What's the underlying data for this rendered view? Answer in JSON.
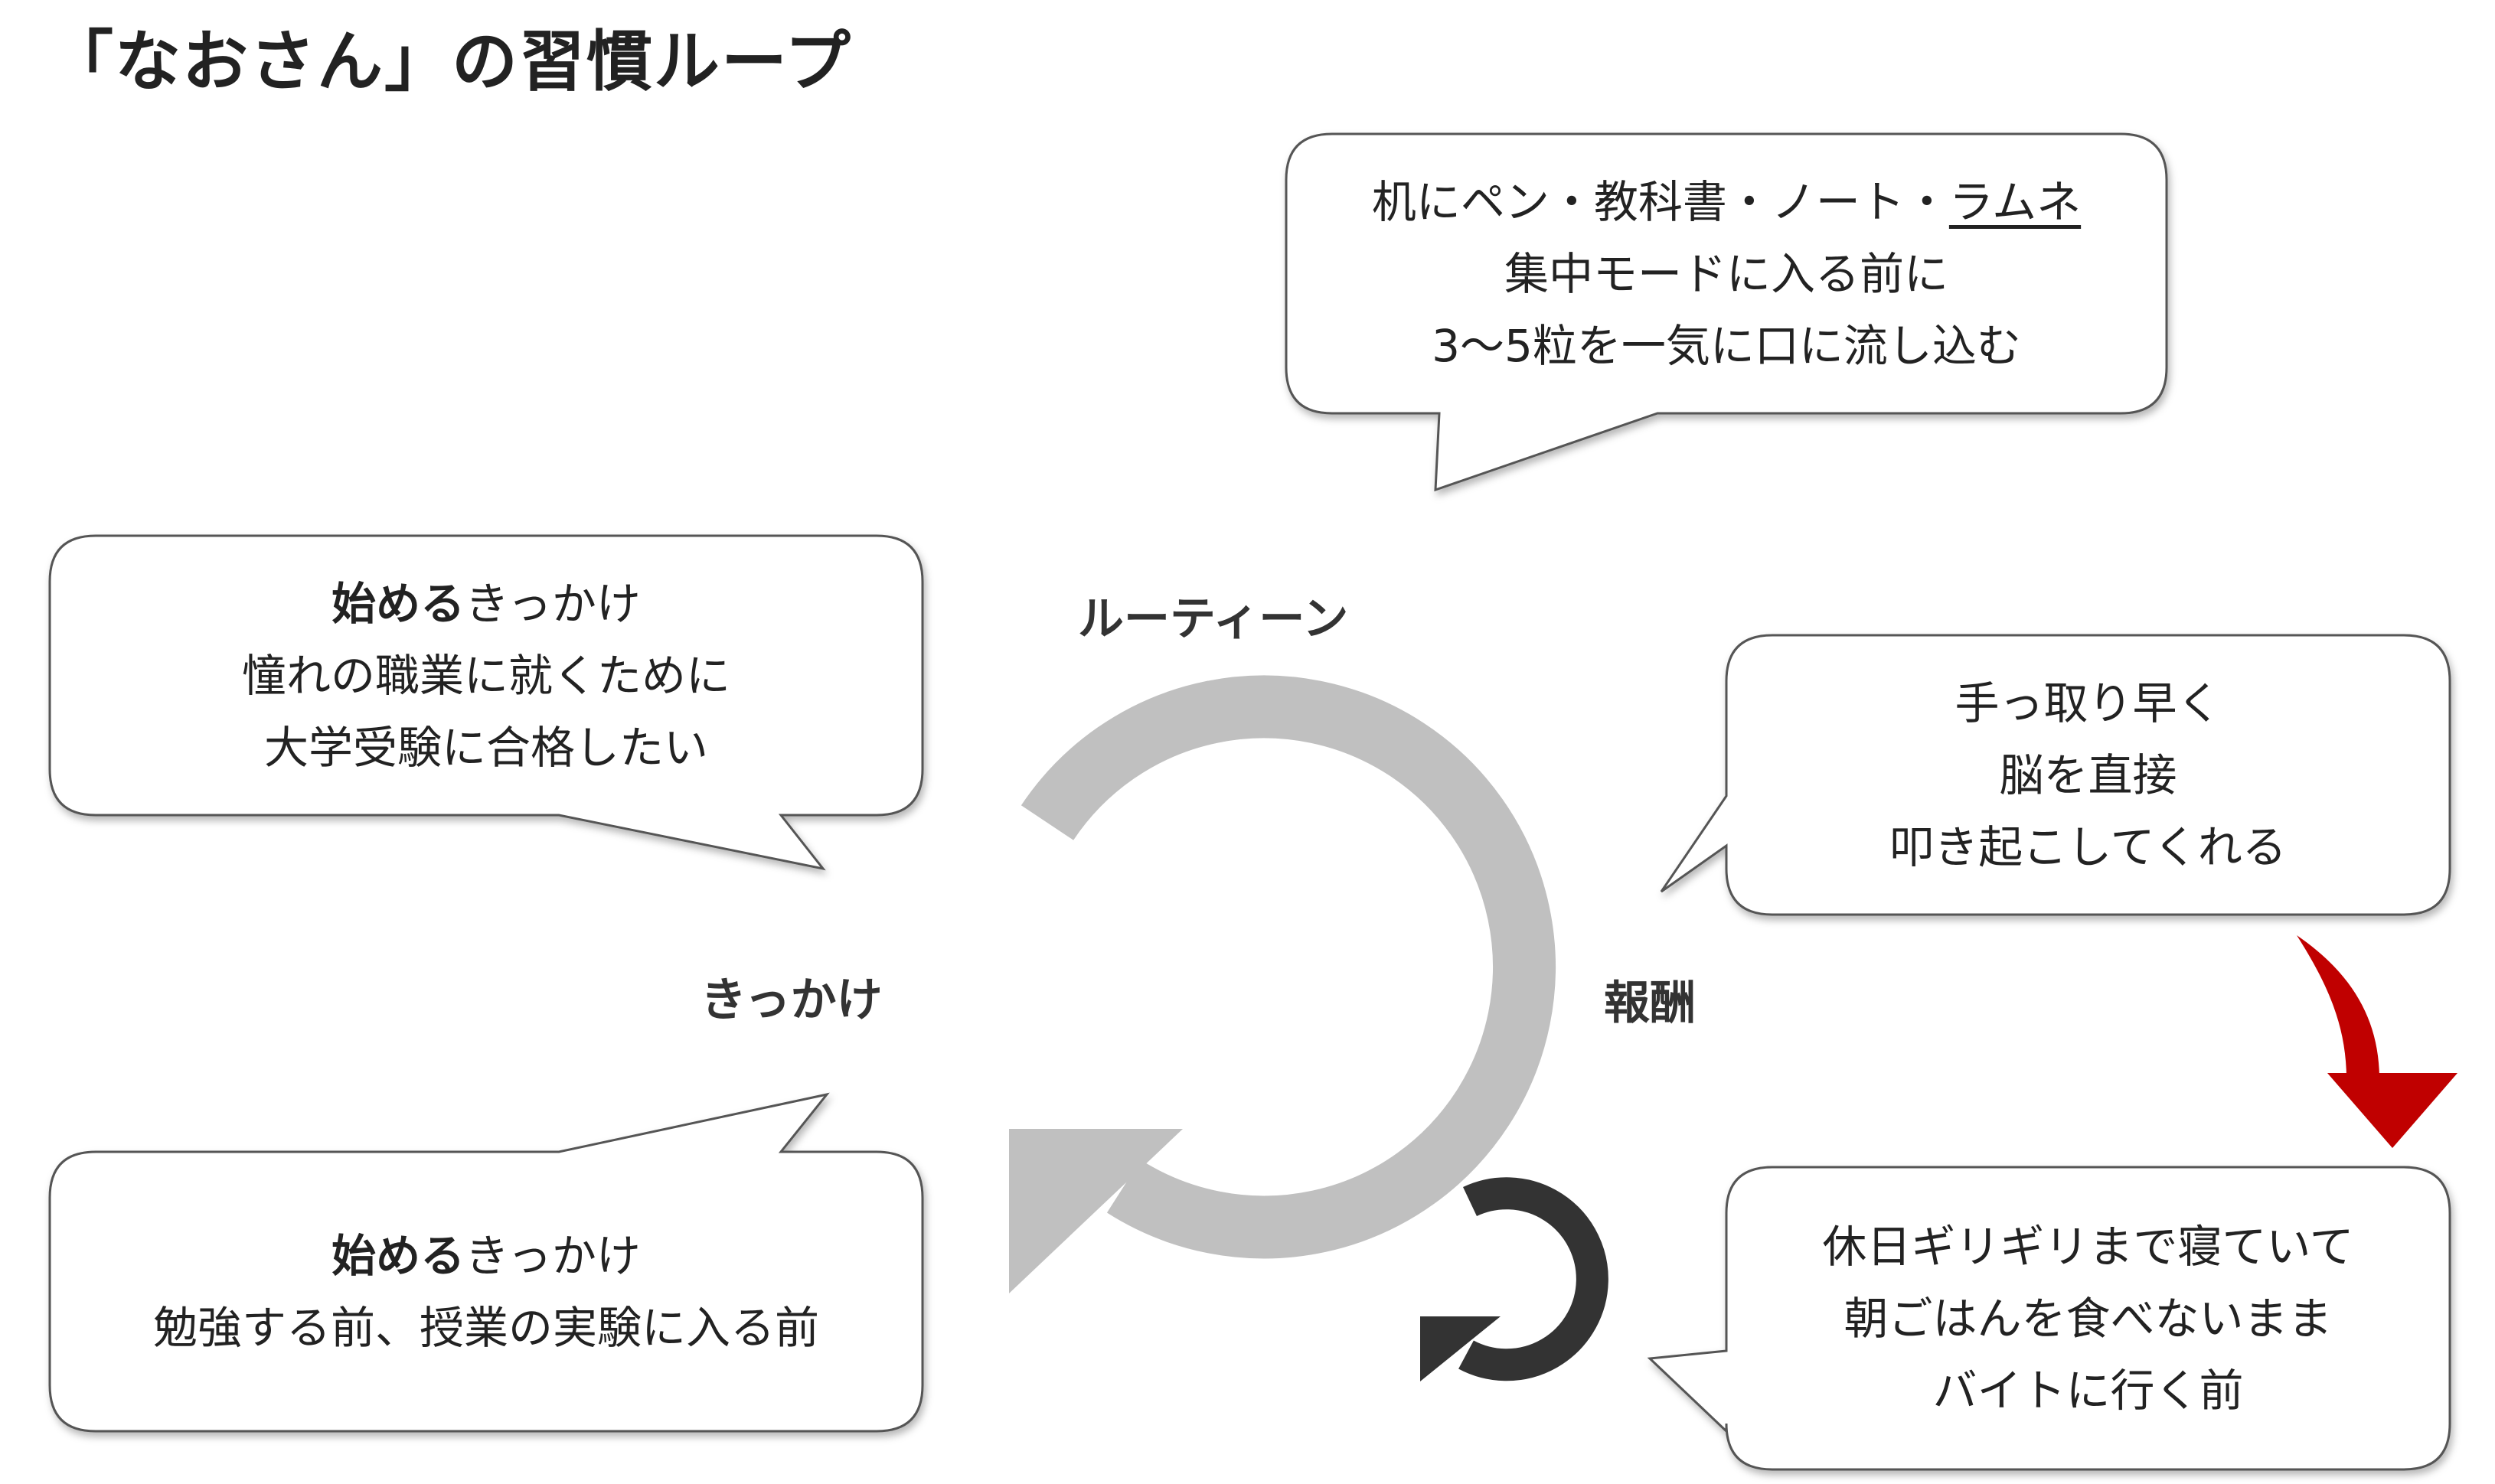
{
  "title": "「なおさん」の習慣ループ",
  "labels": {
    "routine": "ルーティーン",
    "cue": "きっかけ",
    "reward": "報酬"
  },
  "routine_bubble": {
    "line1_main": "机にペン・教科書・ノート・",
    "line1_underlined": "ラムネ",
    "line2": "集中モードに入る前に",
    "line3": "3〜5粒を一気に口に流し込む"
  },
  "cue_bubble_top": {
    "bold": "始める",
    "line1_rest": "きっかけ",
    "line2": "憧れの職業に就くために",
    "line3": "大学受験に合格したい"
  },
  "cue_bubble_bottom": {
    "bold": "始める",
    "line1_rest": "きっかけ",
    "line2": "勉強する前、授業の実験に入る前"
  },
  "reward_bubble_top": {
    "line1": "手っ取り早く",
    "line2": "脳を直接",
    "line3": "叩き起こしてくれる"
  },
  "reward_bubble_bottom": {
    "line1": "休日ギリギリまで寝ていて",
    "line2": "朝ごはんを食べないまま",
    "line3": "バイトに行く前"
  },
  "colors": {
    "loop_arrow": "#c0c0c0",
    "small_arrow": "#333333",
    "reward_arrow": "#c00000",
    "bubble_stroke": "#555555",
    "text": "#222222"
  },
  "icons": {
    "big_loop": "circular-arrow-icon",
    "small_loop": "circular-arrow-icon",
    "reward_arrow": "curved-down-arrow-icon"
  }
}
